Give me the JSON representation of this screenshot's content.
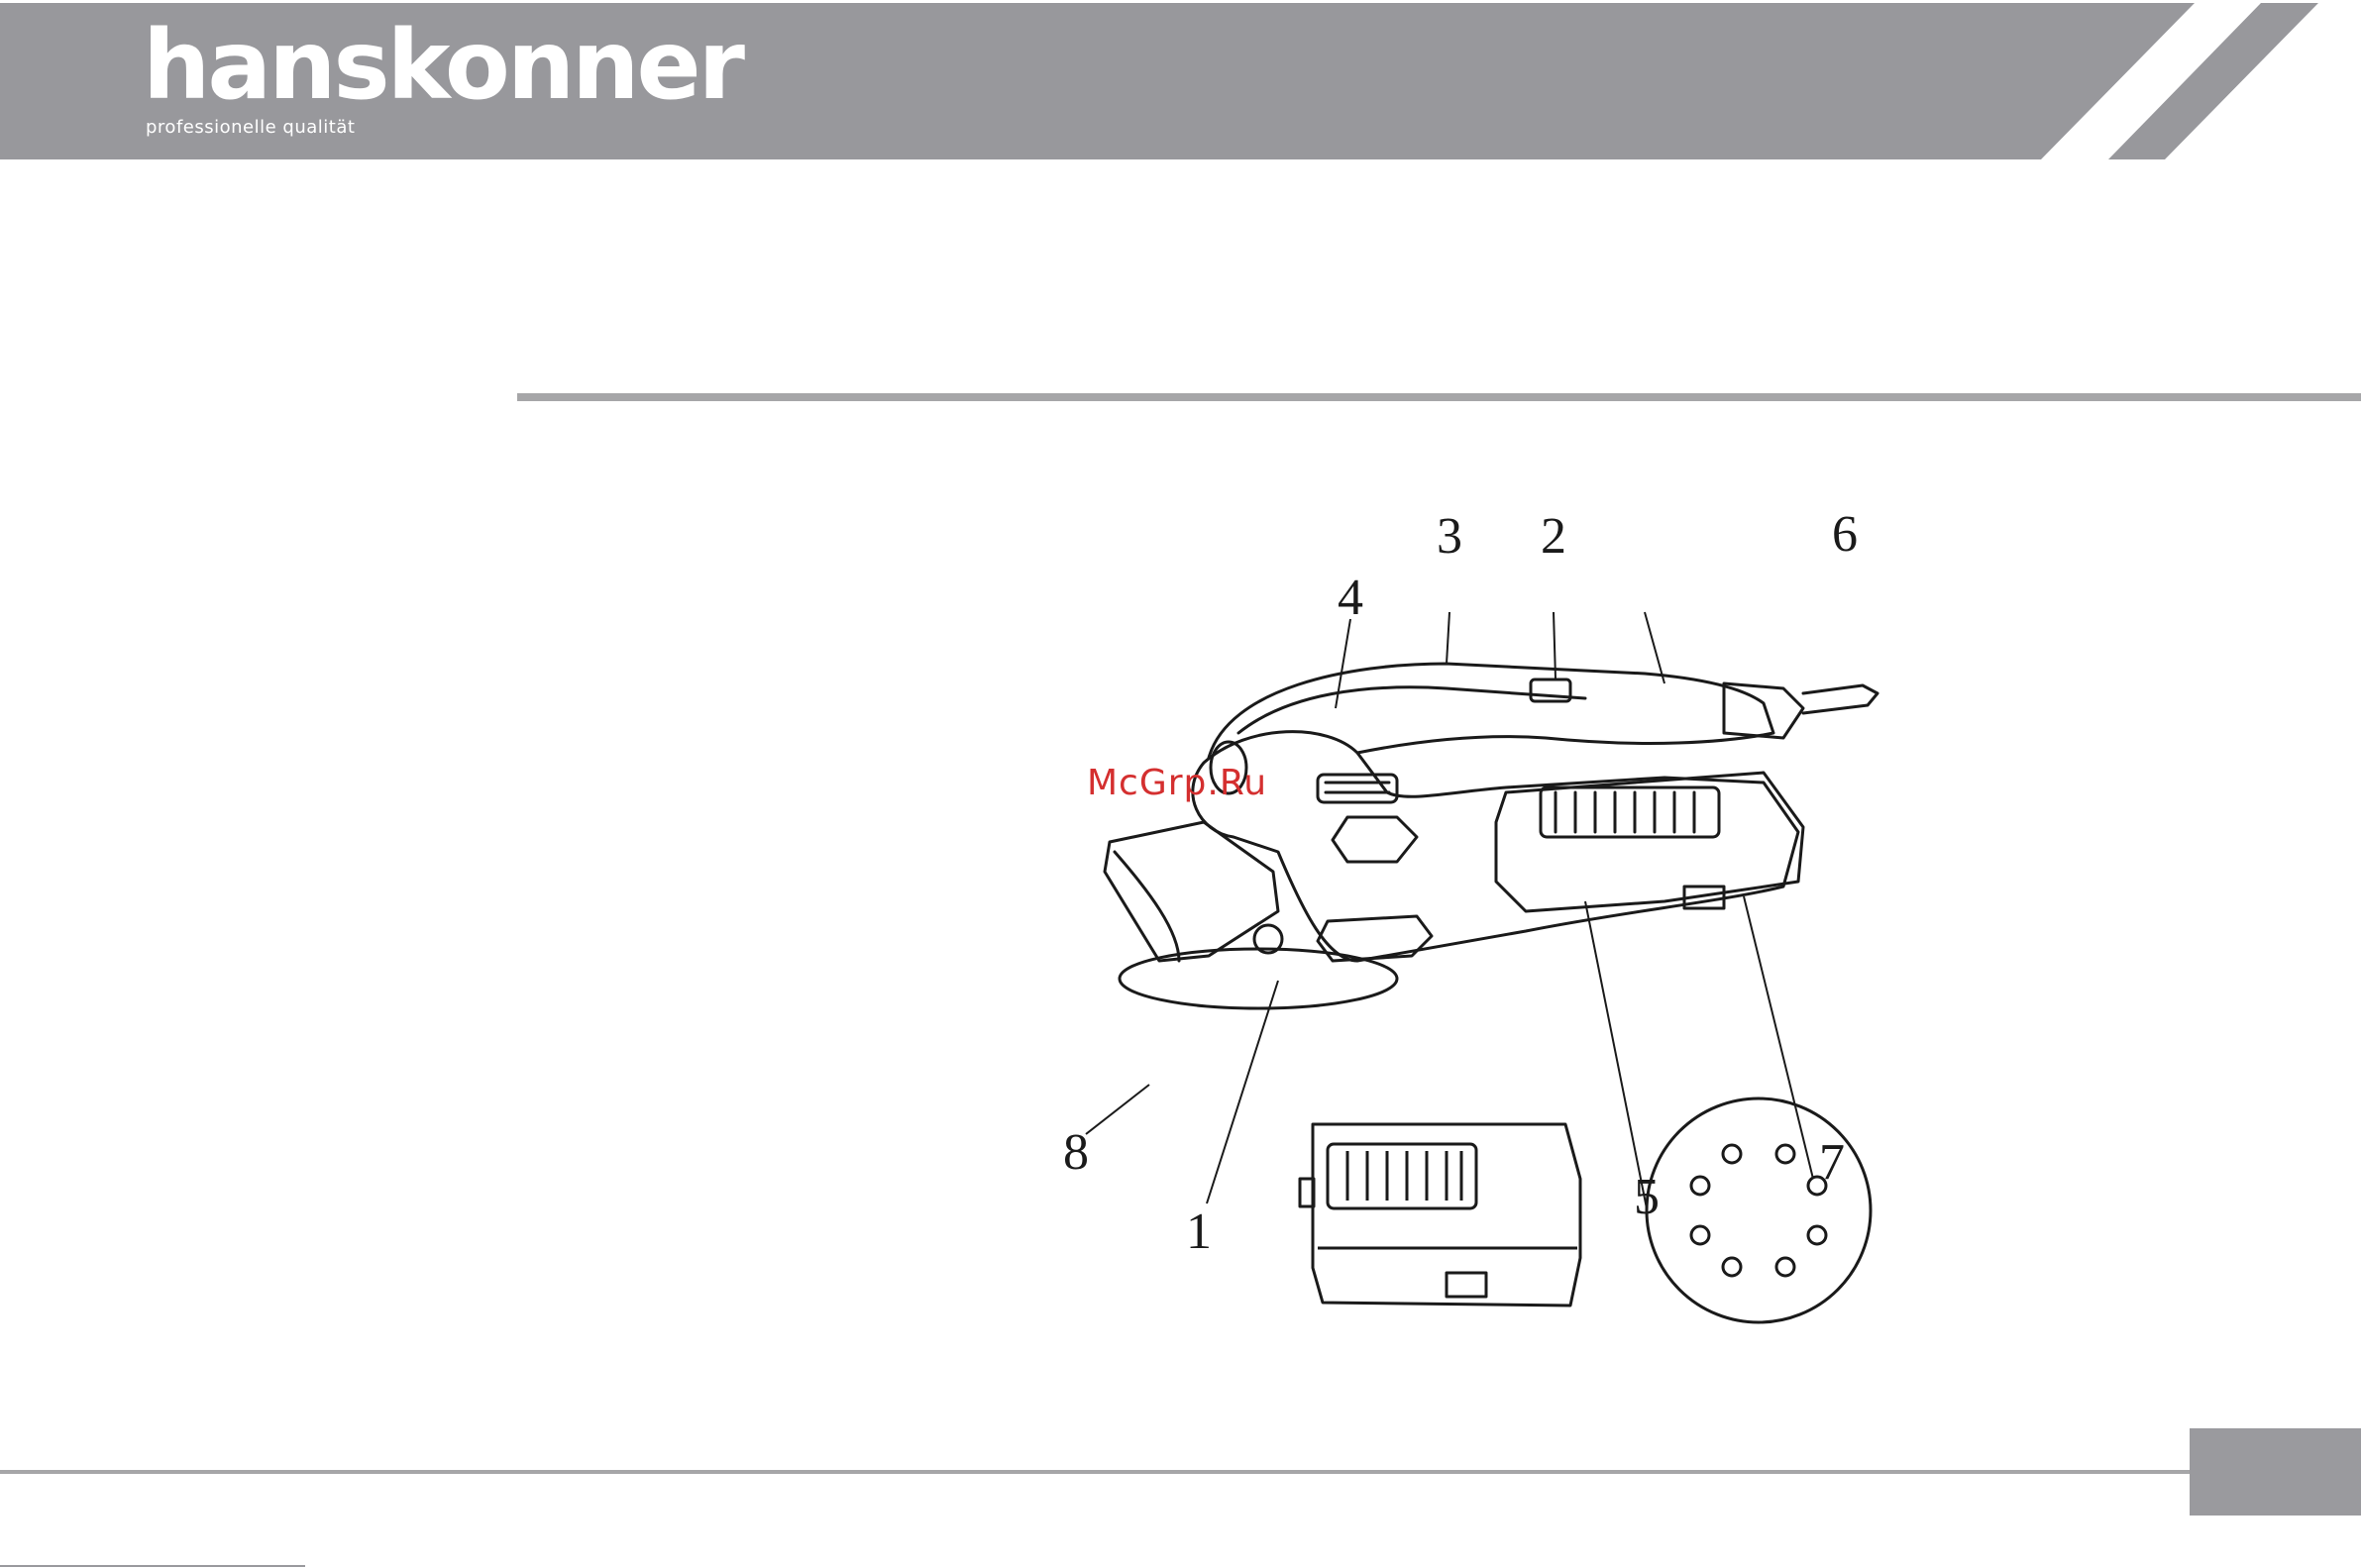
{
  "brand": {
    "name": "hanskonner",
    "tagline": "professionelle qualität"
  },
  "watermark": "McGrp.Ru",
  "figure": {
    "callouts": [
      "1",
      "2",
      "3",
      "4",
      "5",
      "6",
      "7",
      "8"
    ]
  },
  "colors": {
    "header": "#98989c",
    "rule": "#a6a6a8",
    "watermark": "#d42f2f",
    "page_box": "#9a9a9e"
  }
}
